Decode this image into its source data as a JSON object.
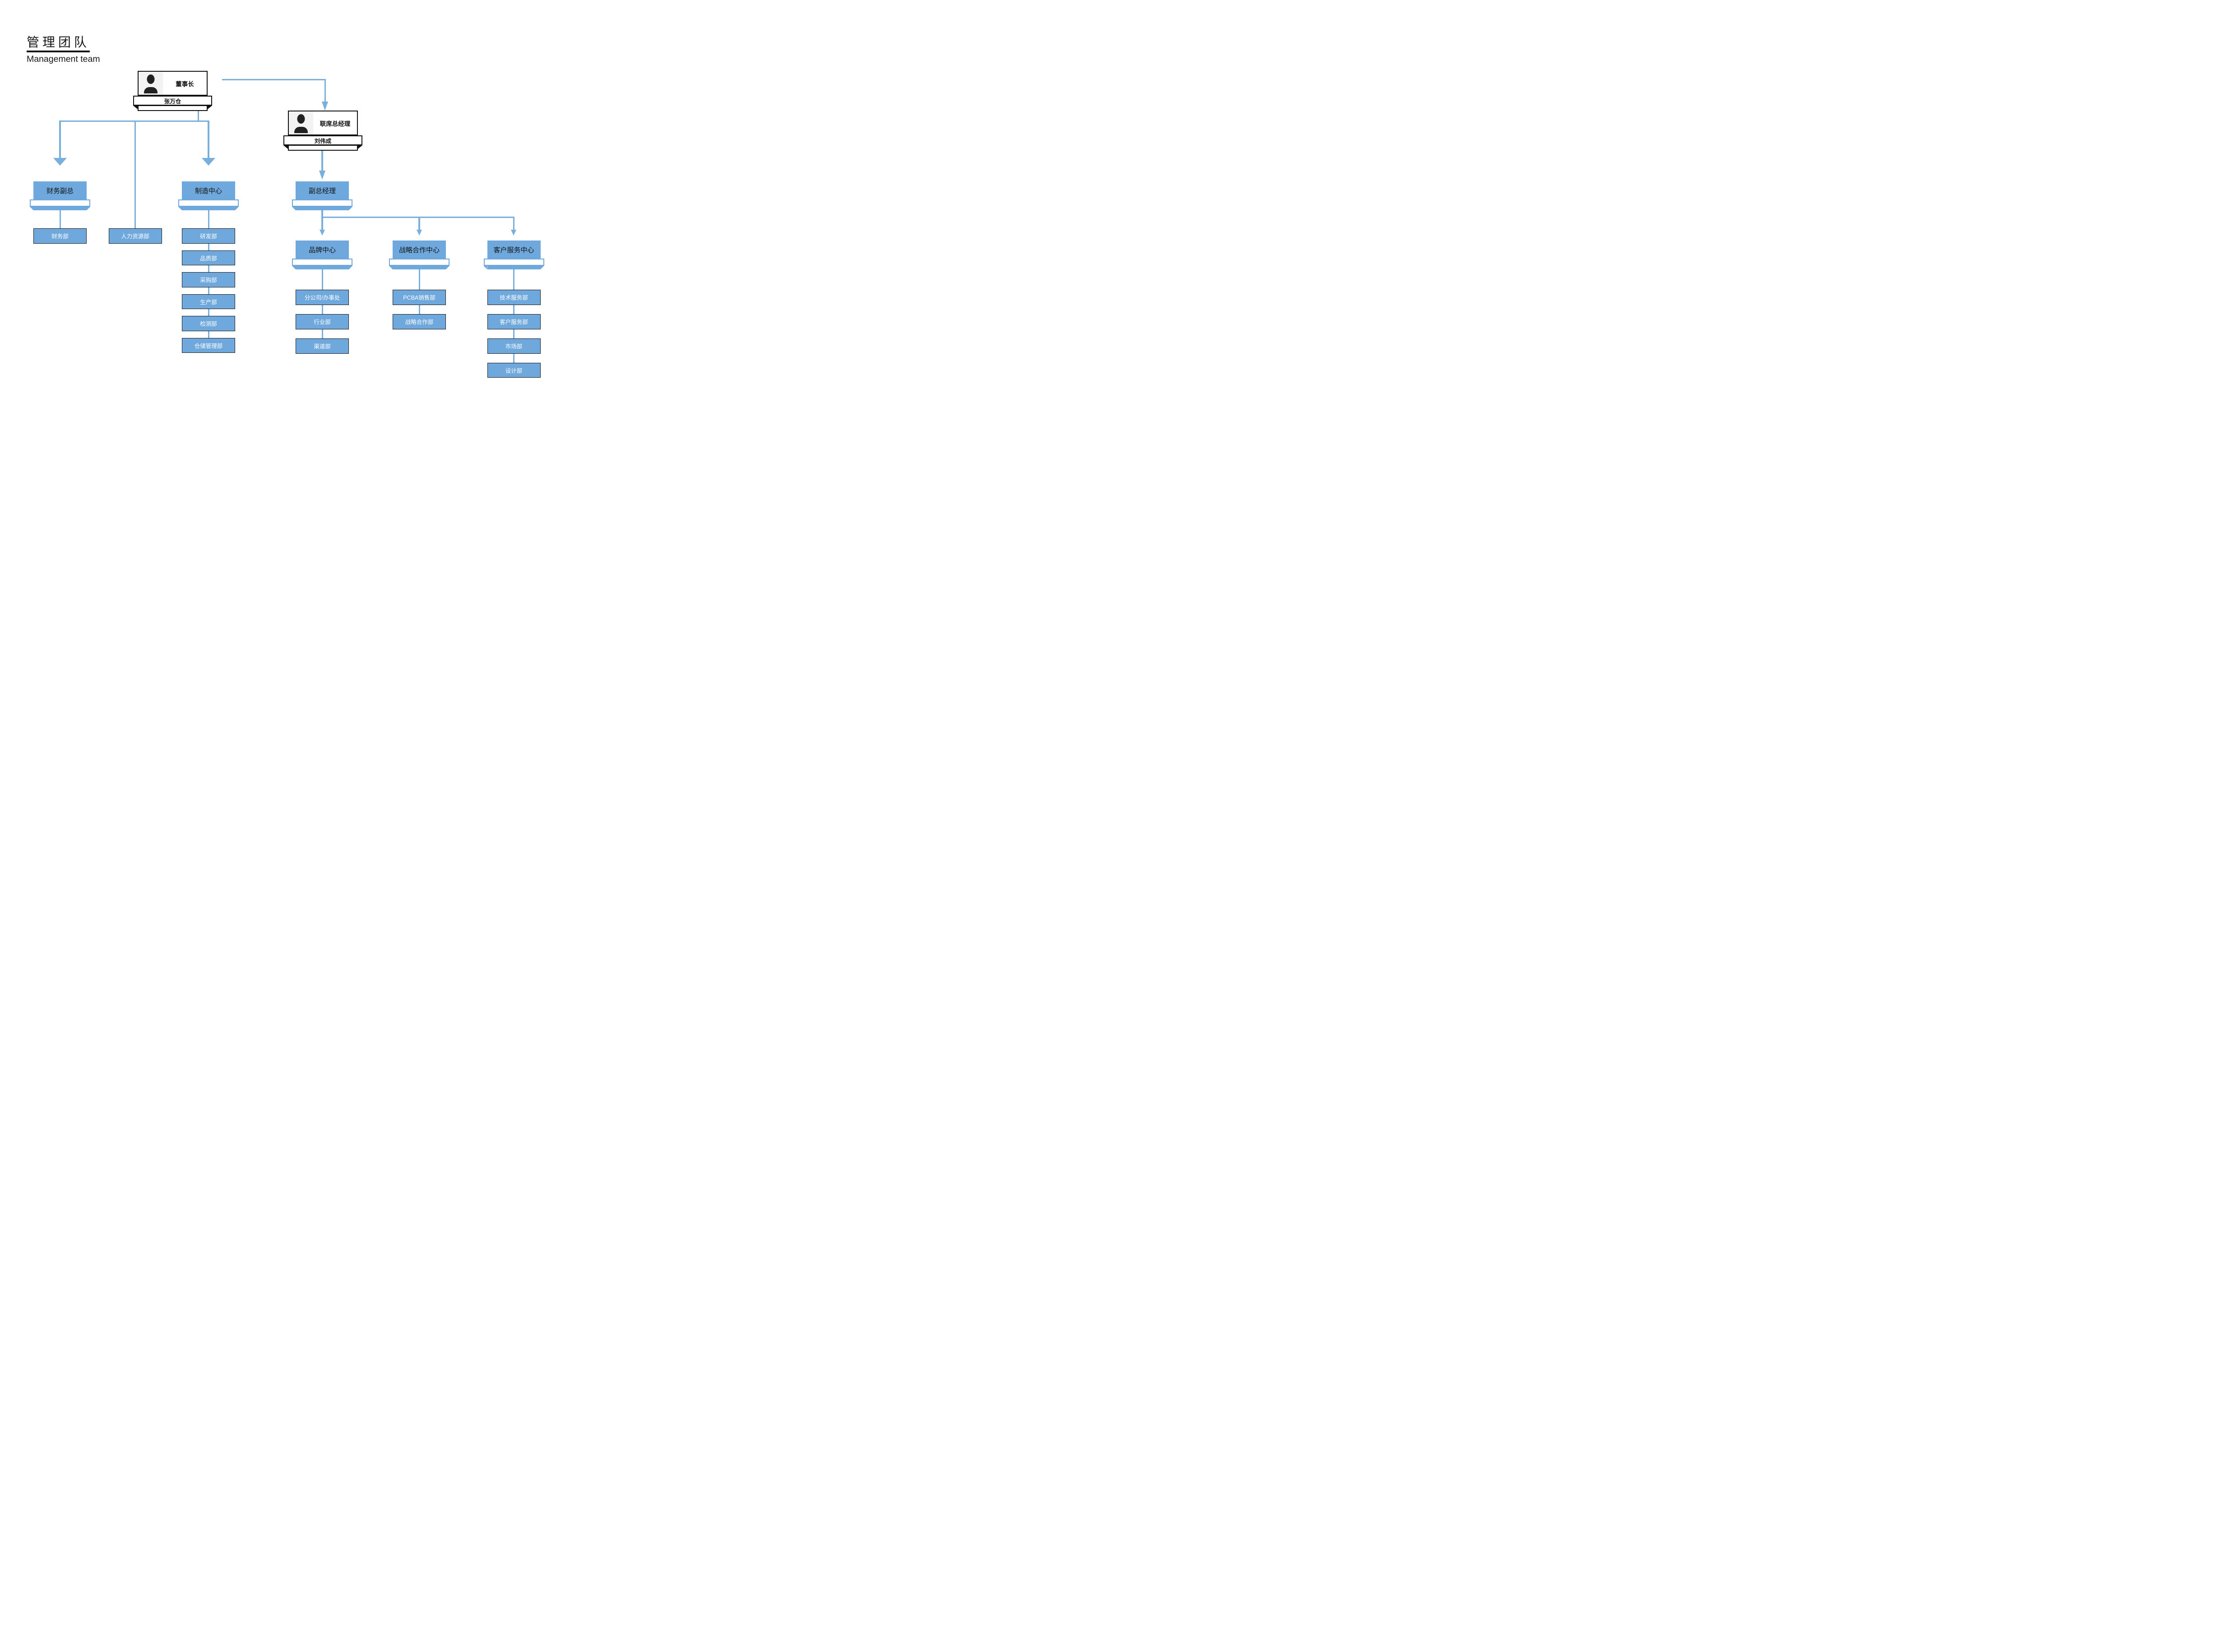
{
  "title": {
    "zh": "管理团队",
    "en": "Management team"
  },
  "executives": {
    "chairman": {
      "title": "董事长",
      "name": "张万仓"
    },
    "co_gm": {
      "title": "联席总经理",
      "name": "刘伟成"
    }
  },
  "centers": {
    "finance_vp": {
      "label": "财务副总"
    },
    "manufacturing": {
      "label": "制造中心"
    },
    "deputy_gm": {
      "label": "副总经理"
    },
    "brand": {
      "label": "品牌中心"
    },
    "strategy": {
      "label": "战略合作中心"
    },
    "customer": {
      "label": "客户服务中心"
    }
  },
  "departments": {
    "finance": [
      "财务部"
    ],
    "standalone": "人力资源部",
    "manufacturing": [
      "研发部",
      "品质部",
      "采购部",
      "生产部",
      "检测部",
      "仓储管理部"
    ],
    "brand": [
      "分公司/办事处",
      "行业部",
      "渠道部"
    ],
    "strategy": [
      "PCBA销售部",
      "战略合作部"
    ],
    "customer": [
      "技术服务部",
      "客户服务部",
      "市场部",
      "设计部"
    ]
  },
  "colors": {
    "node_blue": "#6fa8dc",
    "connector_blue": "#79afdd",
    "border_dark": "#1a1a1a",
    "photo_bg": "#f2f2f2",
    "text_on_blue_header": "#141414",
    "text_on_blue_dept": "#ffffff"
  },
  "icons": {
    "person": "person-icon",
    "arrow": "arrowhead-down-icon"
  }
}
